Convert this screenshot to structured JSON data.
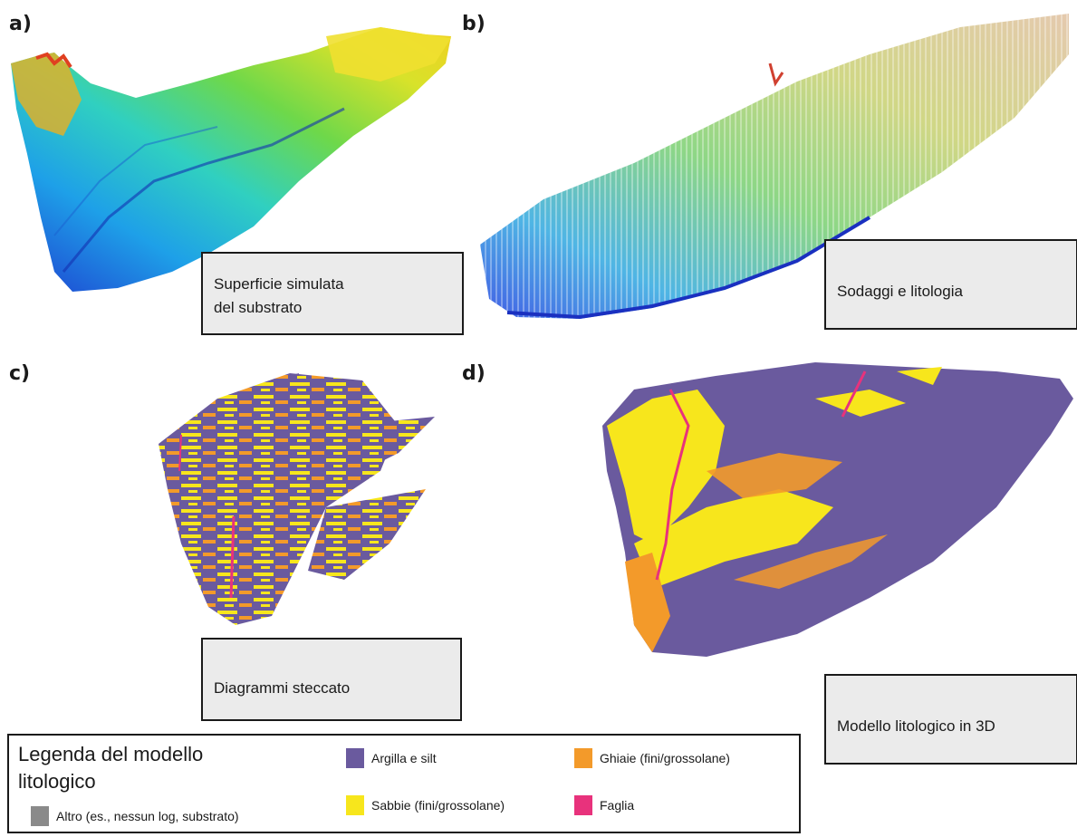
{
  "panels": {
    "a": {
      "letter": "a)",
      "caption_line1": "Superficie simulata",
      "caption_line2": "del substrato"
    },
    "b": {
      "letter": "b)",
      "caption": "Sodaggi e litologia"
    },
    "c": {
      "letter": "c)",
      "caption": "Diagrammi steccato"
    },
    "d": {
      "letter": "d)",
      "caption": "Modello litologico in 3D"
    }
  },
  "legend": {
    "title_line1": "Legenda del modello",
    "title_line2": "litologico",
    "items": [
      {
        "label": "Argilla e silt",
        "color": "#6a5a9e"
      },
      {
        "label": "Ghiaie (fini/grossolane)",
        "color": "#f39a2a"
      },
      {
        "label": "Sabbie (fini/grossolane)",
        "color": "#f7e61c"
      },
      {
        "label": "Faglia",
        "color": "#e8327c"
      },
      {
        "label": "Altro (es., nessun log, substrato)",
        "color": "#8a8a8a"
      }
    ]
  },
  "colors": {
    "clay": "#6a5a9e",
    "gravel": "#f39a2a",
    "sand": "#f7e61c",
    "fault": "#e8327c",
    "other": "#8a8a8a"
  }
}
